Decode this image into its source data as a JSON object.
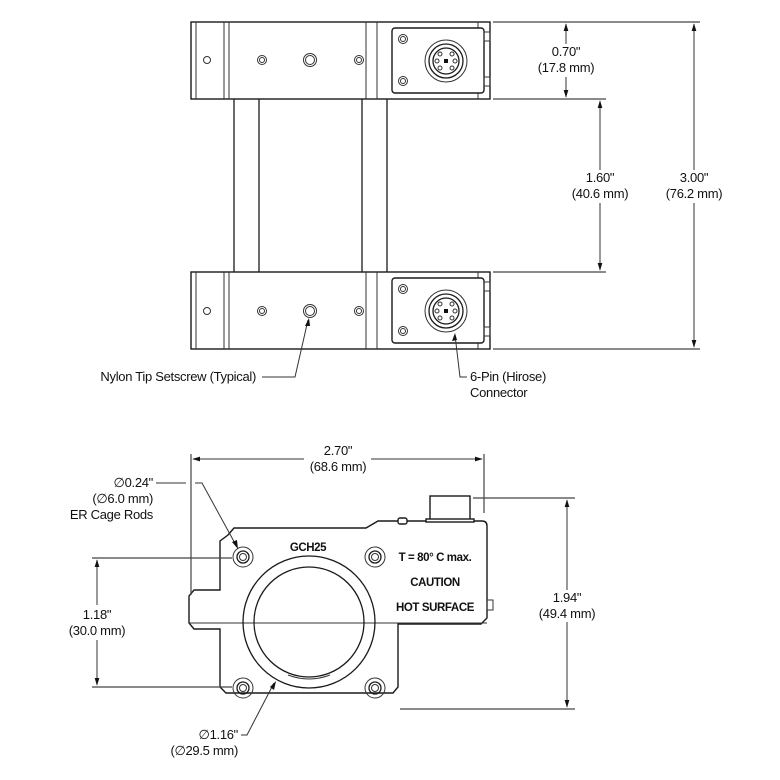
{
  "drawing": {
    "product_marking": "GCH25",
    "front_view_labels": {
      "temperature": "T = 80° C max.",
      "caution": "CAUTION",
      "hot_surface": "HOT SURFACE"
    }
  },
  "top_view": {
    "dimensions": {
      "block_height": {
        "imperial": "0.70\"",
        "metric": "(17.8 mm)"
      },
      "gap": {
        "imperial": "1.60\"",
        "metric": "(40.6 mm)"
      },
      "overall": {
        "imperial": "3.00\"",
        "metric": "(76.2 mm)"
      }
    },
    "callouts": {
      "setscrew": "Nylon Tip Setscrew (Typical)",
      "connector_line1": "6-Pin (Hirose)",
      "connector_line2": "Connector"
    }
  },
  "front_view": {
    "dimensions": {
      "width": {
        "imperial": "2.70\"",
        "metric": "(68.6 mm)"
      },
      "height": {
        "imperial": "1.94\"",
        "metric": "(49.4 mm)"
      },
      "rod_spacing": {
        "imperial": "1.18\"",
        "metric": "(30.0 mm)"
      },
      "bore": {
        "imperial": "∅1.16\"",
        "metric": "(∅29.5 mm)"
      }
    },
    "callouts": {
      "rods_line1": "∅0.24\"",
      "rods_line2": "(∅6.0 mm)",
      "rods_line3": "ER Cage Rods"
    }
  }
}
